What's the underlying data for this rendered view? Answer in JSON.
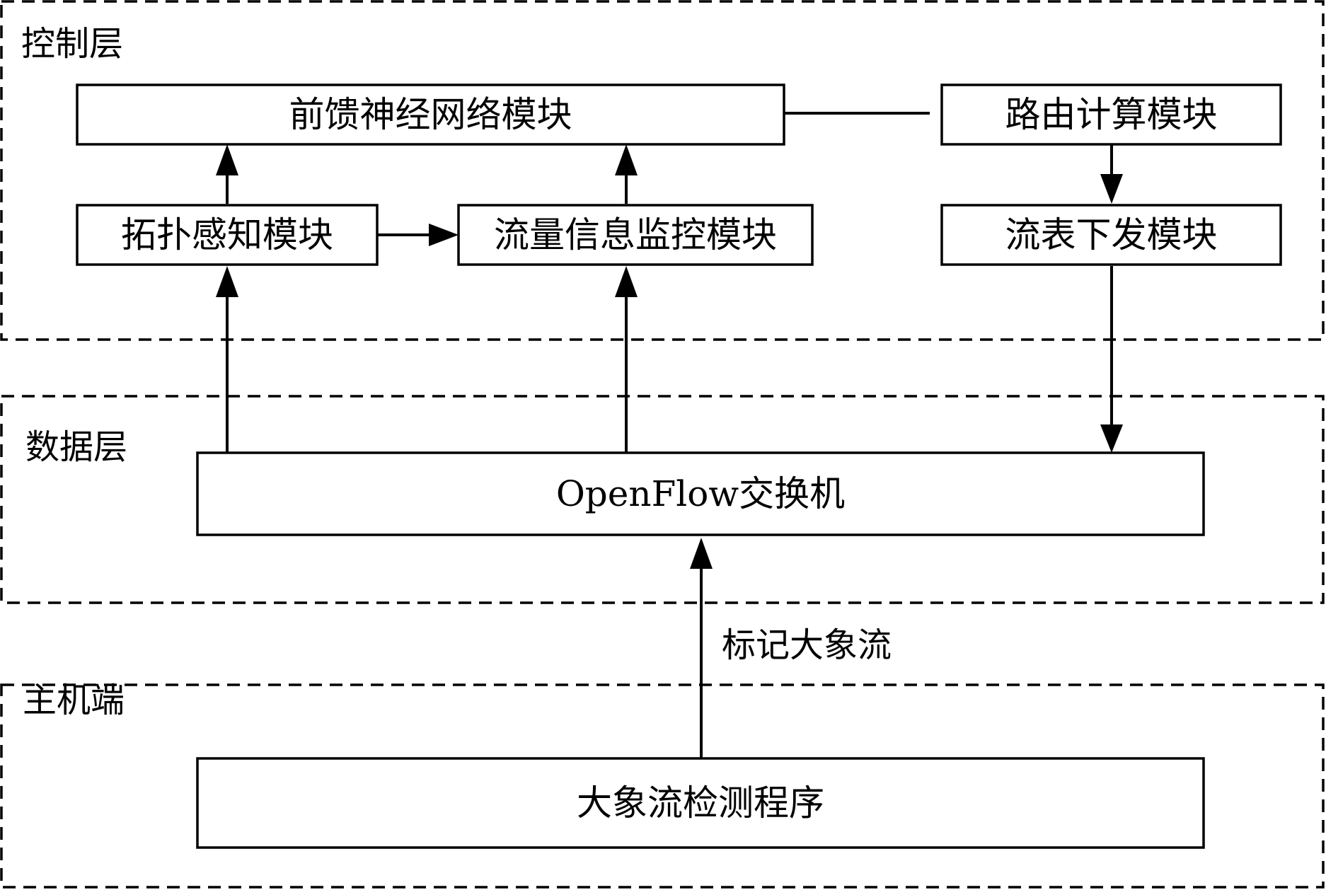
{
  "layers": {
    "control": "控制层",
    "data": "数据层",
    "host": "主机端"
  },
  "modules": {
    "feedforward_nn": "前馈神经网络模块",
    "routing": "路由计算模块",
    "topology": "拓扑感知模块",
    "traffic_monitor": "流量信息监控模块",
    "flow_table": "流表下发模块",
    "openflow_switch": "OpenFlow交换机",
    "elephant_detection": "大象流检测程序"
  },
  "edges": {
    "mark_elephant_flow": "标记大象流"
  }
}
